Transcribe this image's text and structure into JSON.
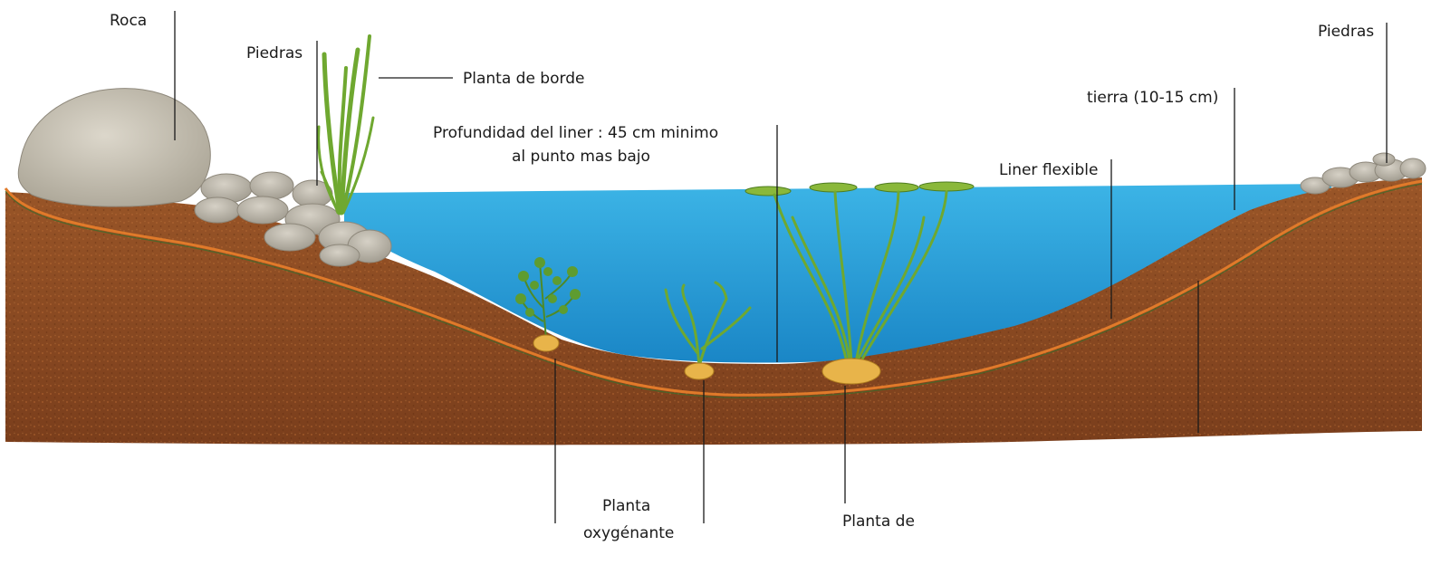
{
  "labels": {
    "roca": "Roca",
    "piedras_left": "Piedras",
    "planta_borde": "Planta de borde",
    "profundidad_line1": "Profundidad del liner : 45 cm minimo",
    "profundidad_line2": "al  punto  mas bajo",
    "liner_flexible": "Liner flexible",
    "tierra": "tierra (10-15 cm)",
    "piedras_right": "Piedras",
    "planta_oxy_line1": "Planta",
    "planta_oxy_line2": "oxygénante",
    "planta_de": "Planta de"
  },
  "colors": {
    "water": "#2aa0d6",
    "soil": "#8a4a22",
    "liner": "#e07a2a",
    "rock": "#c8c2b4",
    "plant": "#6fa830"
  }
}
